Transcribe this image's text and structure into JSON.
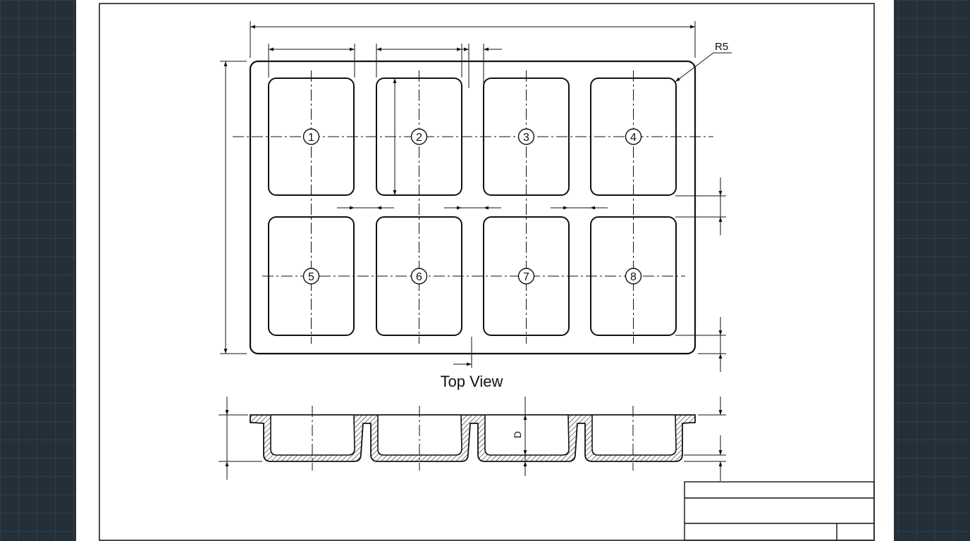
{
  "drawing": {
    "radius_note": "R5",
    "view_caption": "Top View",
    "depth_label": "D",
    "compartments": [
      "1",
      "2",
      "3",
      "4",
      "5",
      "6",
      "7",
      "8"
    ]
  },
  "colors": {
    "workspace": "#243039",
    "sheet": "#ffffff",
    "ink": "#111111"
  }
}
